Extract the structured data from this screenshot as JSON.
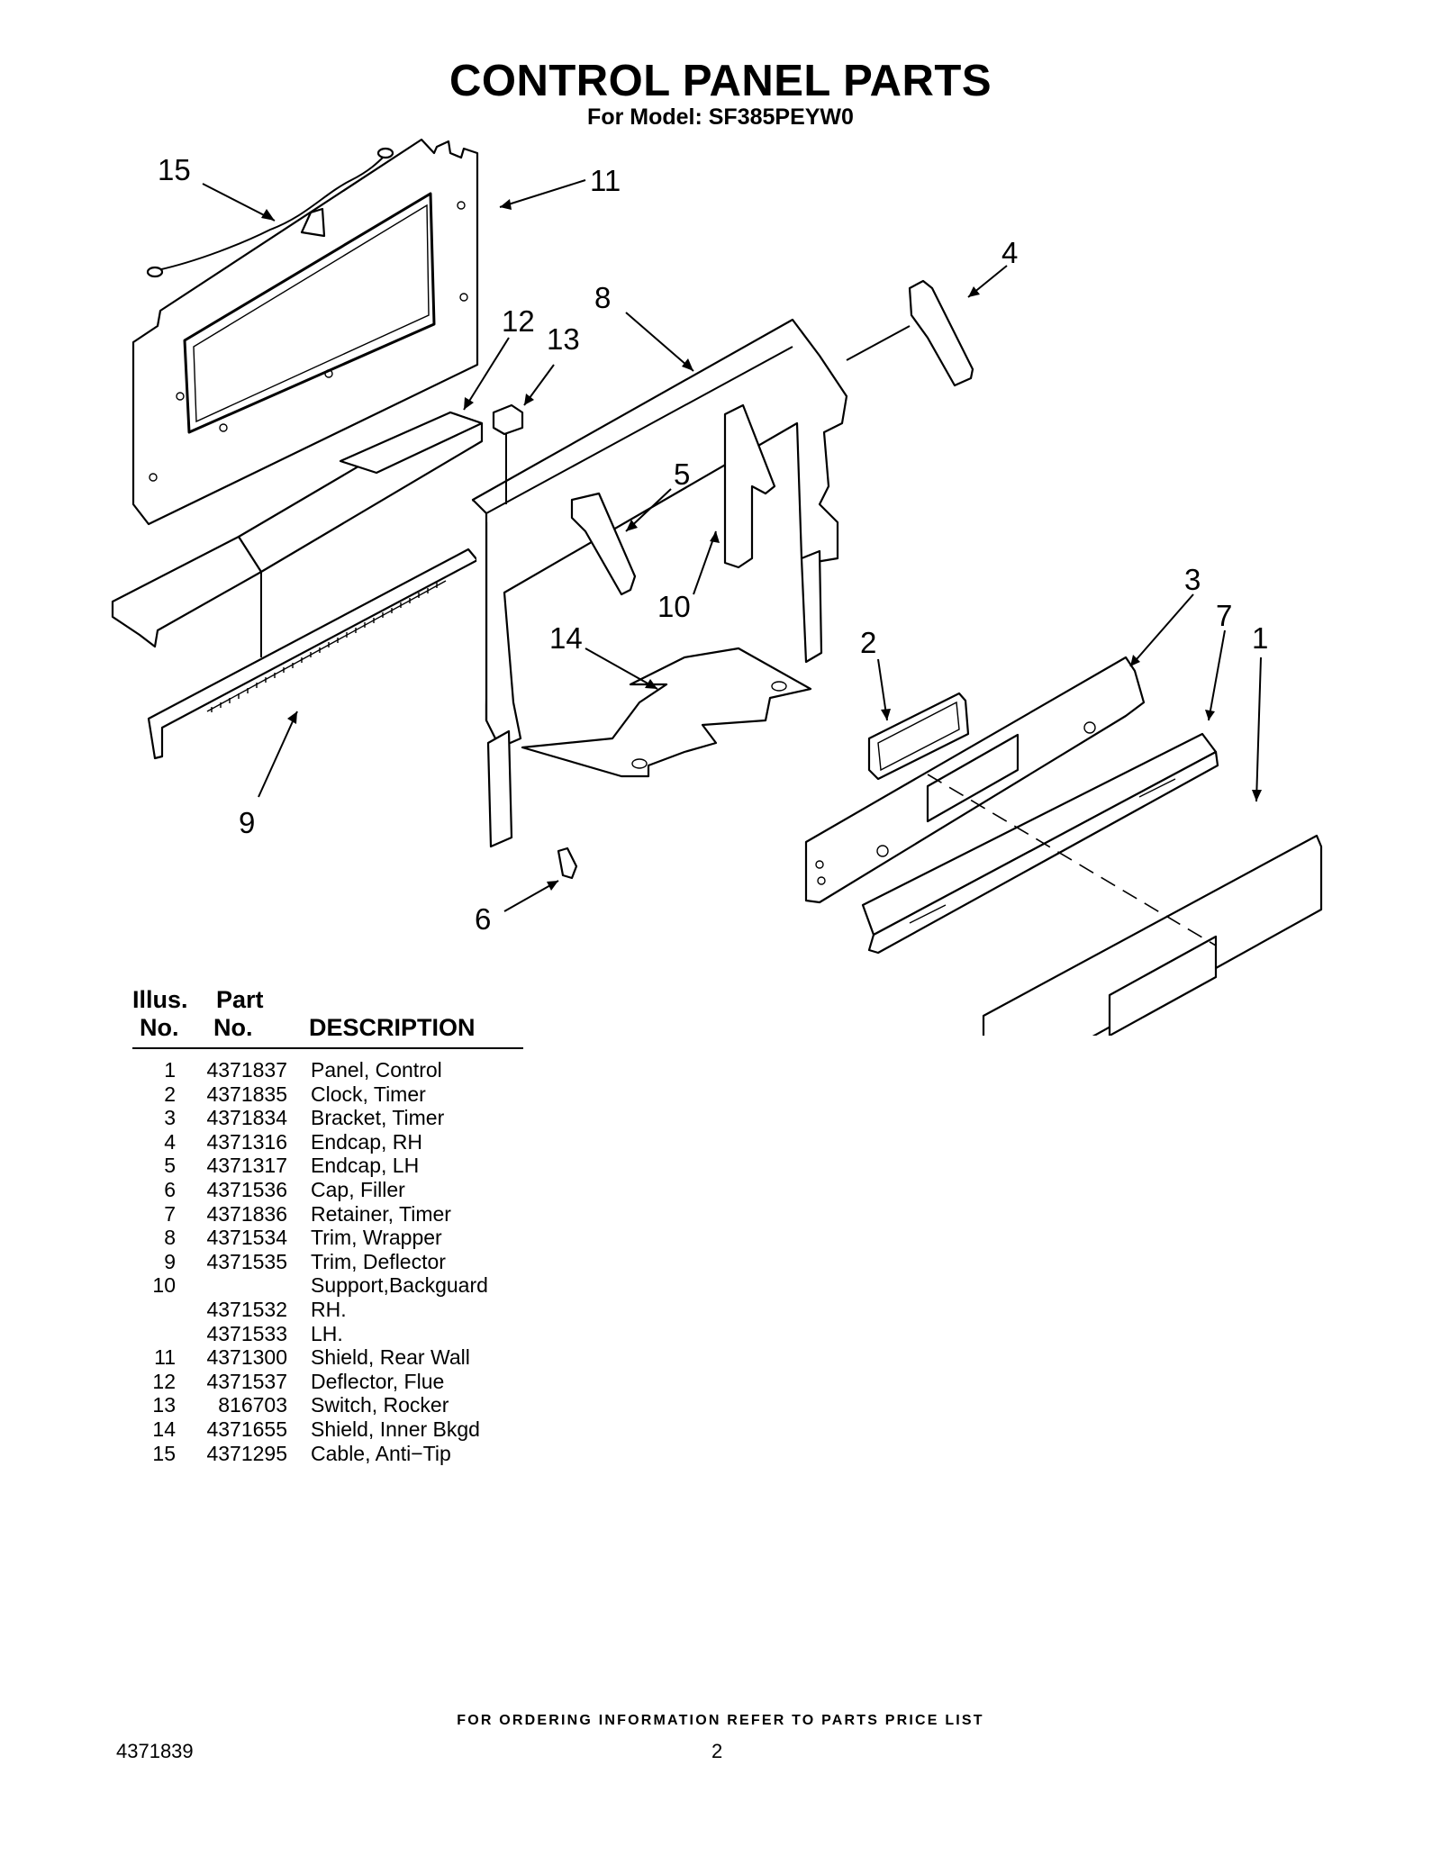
{
  "header": {
    "title": "CONTROL PANEL PARTS",
    "subtitle": "For Model: SF385PEYW0"
  },
  "diagram": {
    "callouts": [
      "15",
      "11",
      "4",
      "8",
      "12",
      "13",
      "5",
      "10",
      "3",
      "7",
      "1",
      "2",
      "14",
      "9",
      "6"
    ]
  },
  "table": {
    "headers": {
      "illus_line1": "Illus.",
      "illus_line2": "No.",
      "part_line1": "Part",
      "part_line2": "No.",
      "description": "DESCRIPTION"
    },
    "rows": [
      {
        "no": "1",
        "part": "4371837",
        "desc": "Panel, Control"
      },
      {
        "no": "2",
        "part": "4371835",
        "desc": "Clock, Timer"
      },
      {
        "no": "3",
        "part": "4371834",
        "desc": "Bracket, Timer"
      },
      {
        "no": "4",
        "part": "4371316",
        "desc": "Endcap, RH"
      },
      {
        "no": "5",
        "part": "4371317",
        "desc": "Endcap, LH"
      },
      {
        "no": "6",
        "part": "4371536",
        "desc": "Cap, Filler"
      },
      {
        "no": "7",
        "part": "4371836",
        "desc": "Retainer, Timer"
      },
      {
        "no": "8",
        "part": "4371534",
        "desc": "Trim, Wrapper"
      },
      {
        "no": "9",
        "part": "4371535",
        "desc": "Trim, Deflector"
      },
      {
        "no": "10",
        "part": "",
        "desc": "Support,Backguard"
      },
      {
        "no": "",
        "part": "4371532",
        "desc": "RH."
      },
      {
        "no": "",
        "part": "4371533",
        "desc": "LH."
      },
      {
        "no": "11",
        "part": "4371300",
        "desc": "Shield, Rear Wall"
      },
      {
        "no": "12",
        "part": "4371537",
        "desc": "Deflector, Flue"
      },
      {
        "no": "13",
        "part": "816703",
        "desc": "Switch, Rocker"
      },
      {
        "no": "14",
        "part": "4371655",
        "desc": "Shield, Inner Bkgd"
      },
      {
        "no": "15",
        "part": "4371295",
        "desc": "Cable, Anti−Tip"
      }
    ]
  },
  "footer": {
    "note": "FOR ORDERING INFORMATION REFER TO PARTS PRICE LIST",
    "doc_number": "4371839",
    "page_number": "2"
  }
}
